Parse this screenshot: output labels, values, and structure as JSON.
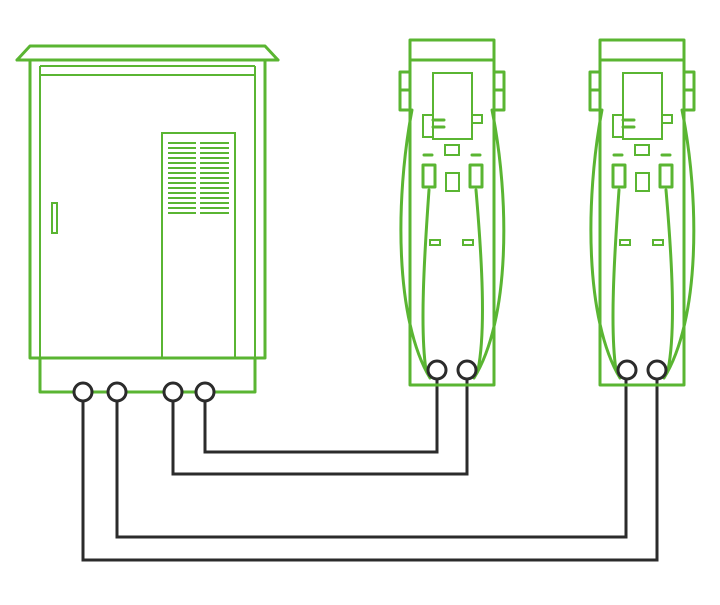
{
  "colors": {
    "equipment": "#5ab532",
    "cable": "#2b2b2b"
  },
  "diagram": {
    "nodes": [
      {
        "id": "power-cabinet",
        "type": "cabinet"
      },
      {
        "id": "charger-1",
        "type": "dual-connector charging post"
      },
      {
        "id": "charger-2",
        "type": "dual-connector charging post"
      }
    ],
    "edges": [
      {
        "from": "power-cabinet",
        "to": "charger-1",
        "count": 2
      },
      {
        "from": "power-cabinet",
        "to": "charger-2",
        "count": 2
      }
    ]
  }
}
